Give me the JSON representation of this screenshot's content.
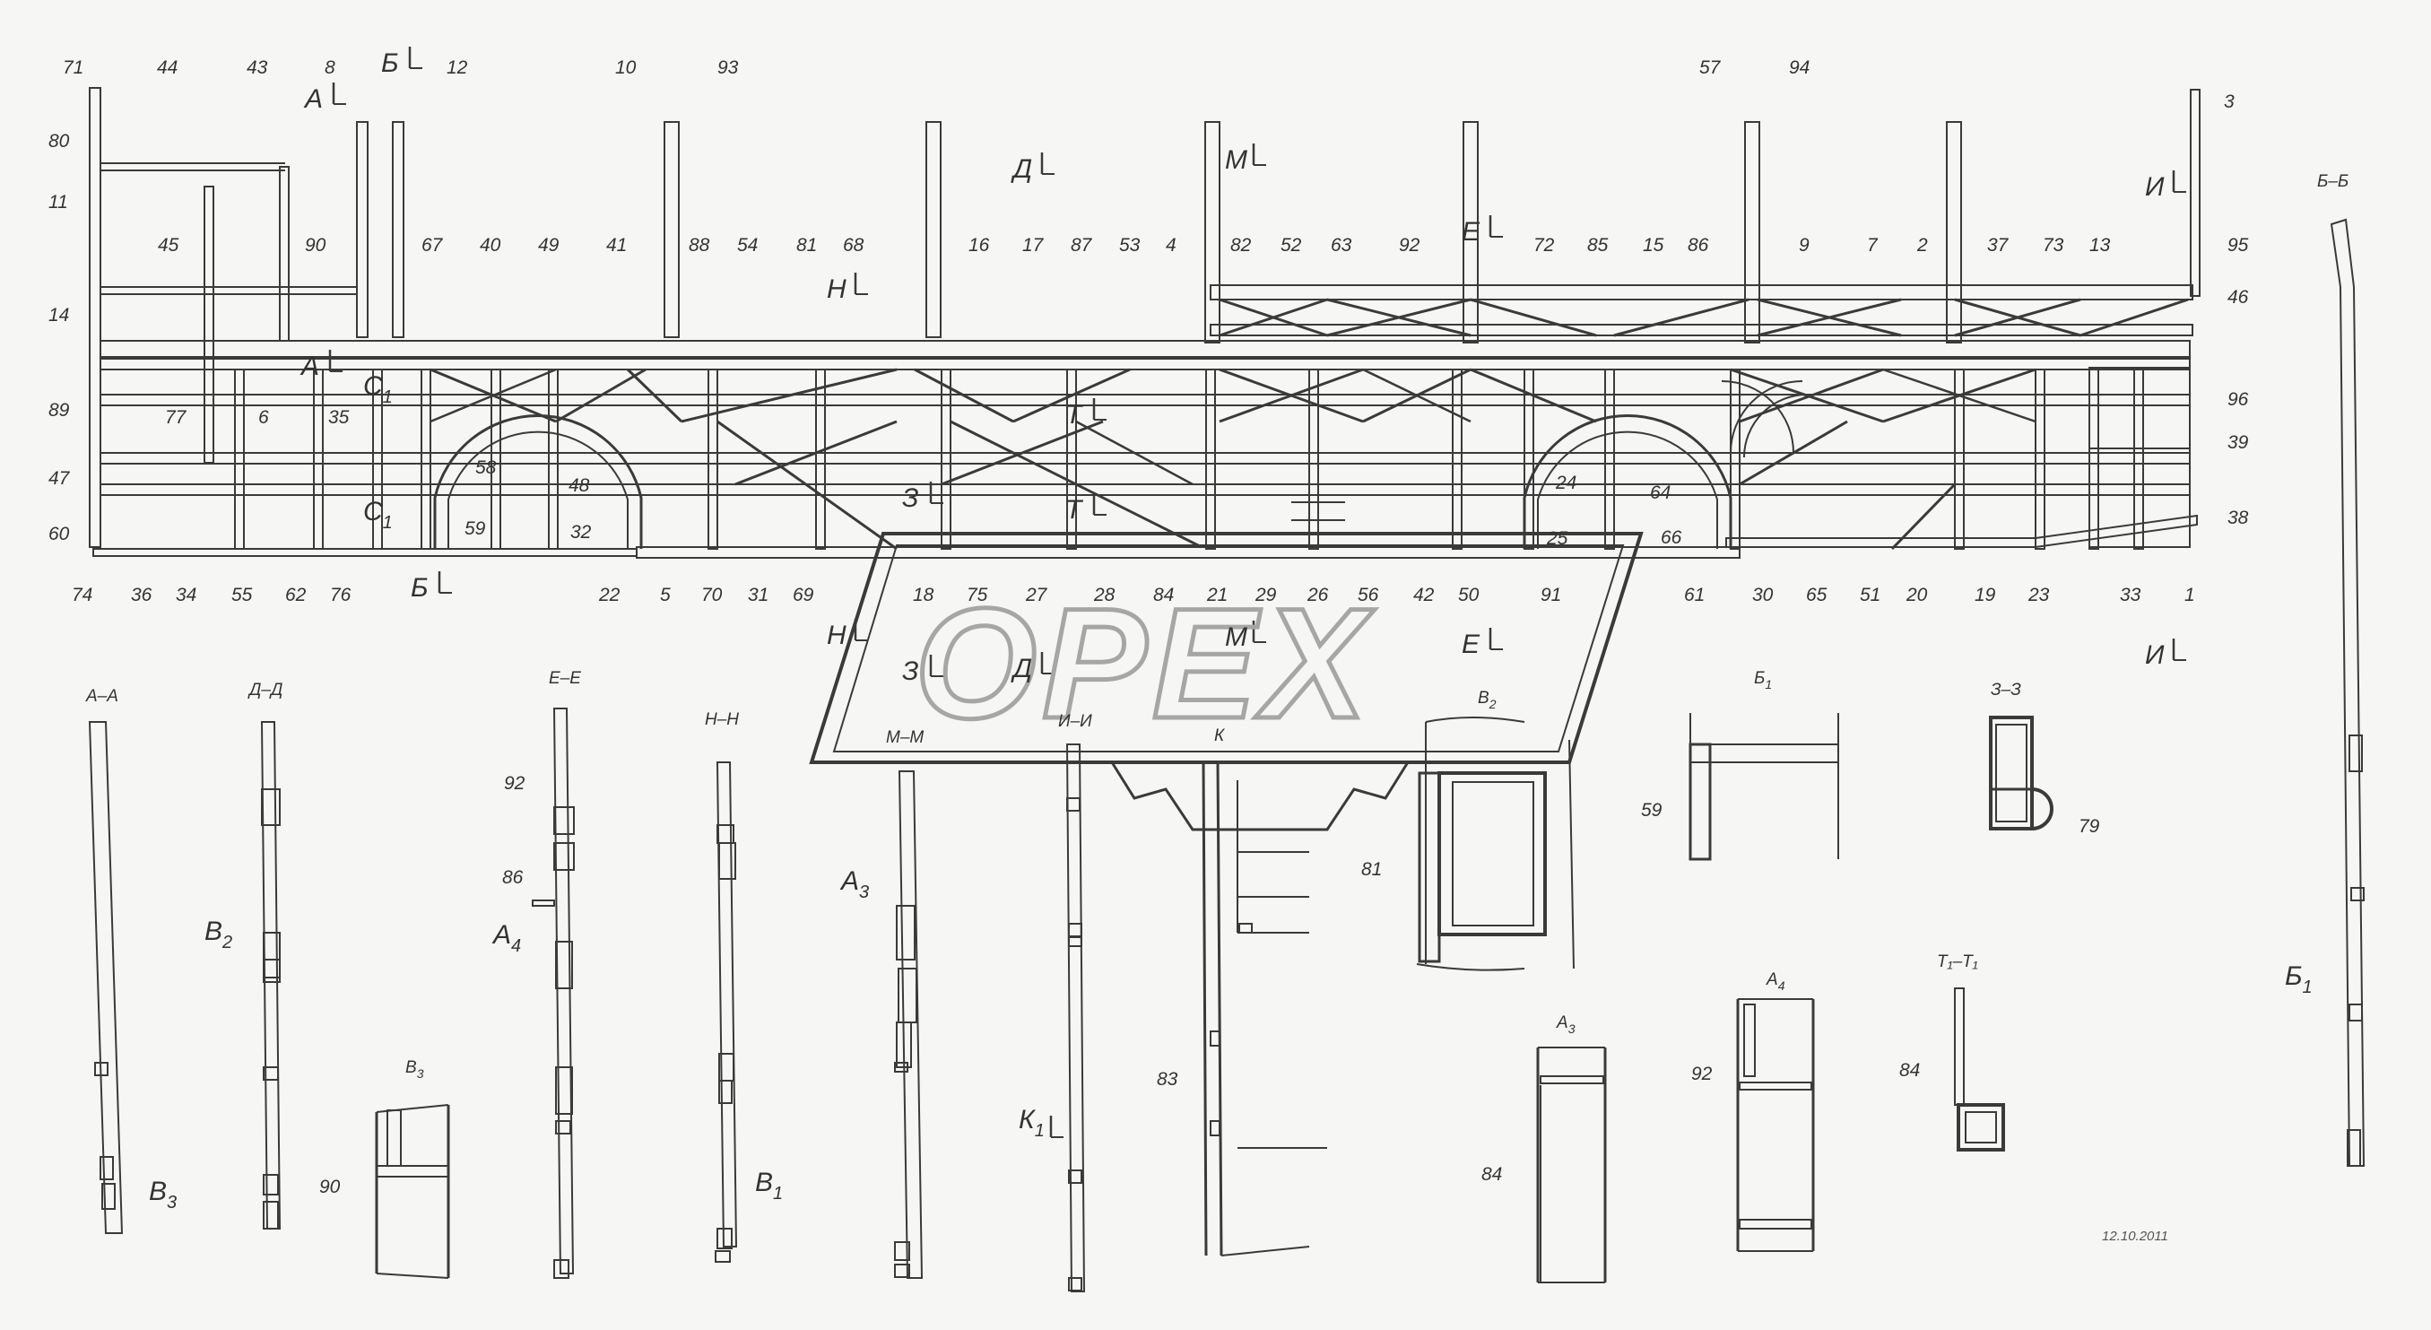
{
  "drawing": {
    "date_stamp": "12.10.2011",
    "watermark": "OPEX",
    "part_numbers_top": [
      "71",
      "44",
      "43",
      "8",
      "12",
      "10",
      "93",
      "57",
      "94",
      "3"
    ],
    "part_numbers_upper_row": [
      "45",
      "90",
      "67",
      "40",
      "49",
      "41",
      "88",
      "54",
      "81",
      "68",
      "16",
      "17",
      "87",
      "53",
      "4",
      "82",
      "52",
      "63",
      "92",
      "72",
      "85",
      "15",
      "86",
      "9",
      "7",
      "2",
      "37",
      "73",
      "13",
      "95"
    ],
    "part_numbers_left": [
      "80",
      "11",
      "14",
      "89",
      "47",
      "60"
    ],
    "part_numbers_right": [
      "46",
      "96",
      "39",
      "38"
    ],
    "part_numbers_interior": [
      "77",
      "6",
      "35",
      "58",
      "48",
      "59",
      "32",
      "24",
      "64",
      "66",
      "25"
    ],
    "part_numbers_bottom_row": [
      "74",
      "36",
      "34",
      "55",
      "62",
      "76",
      "22",
      "5",
      "70",
      "31",
      "69",
      "18",
      "75",
      "27",
      "28",
      "84",
      "21",
      "29",
      "26",
      "56",
      "42",
      "50",
      "91",
      "61",
      "30",
      "65",
      "51",
      "20",
      "19",
      "23",
      "33",
      "1"
    ],
    "section_marks": [
      "А",
      "Б",
      "Д",
      "Н",
      "М",
      "Е",
      "И",
      "Т",
      "З",
      "С"
    ],
    "section_subscript": "1",
    "section_views": [
      "А–А",
      "Д–Д",
      "Е–Е",
      "Н–Н",
      "М–М",
      "И–И",
      "К",
      "Б–Б",
      "З–З"
    ],
    "detail_titles": [
      "В",
      "Б",
      "А",
      "А",
      "Т"
    ],
    "detail_subscripts": [
      "2",
      "1",
      "3",
      "4",
      "1"
    ],
    "section_view_labels": [
      "В",
      "В",
      "А",
      "А",
      "В",
      "К",
      "Б"
    ],
    "section_view_subscripts": [
      "2",
      "3",
      "4",
      "3",
      "1",
      "1"
    ],
    "tt_title": "Т₁–Т₁",
    "detail_part_numbers": [
      "90",
      "92",
      "86",
      "83",
      "81",
      "59",
      "79",
      "84",
      "92",
      "84"
    ]
  }
}
